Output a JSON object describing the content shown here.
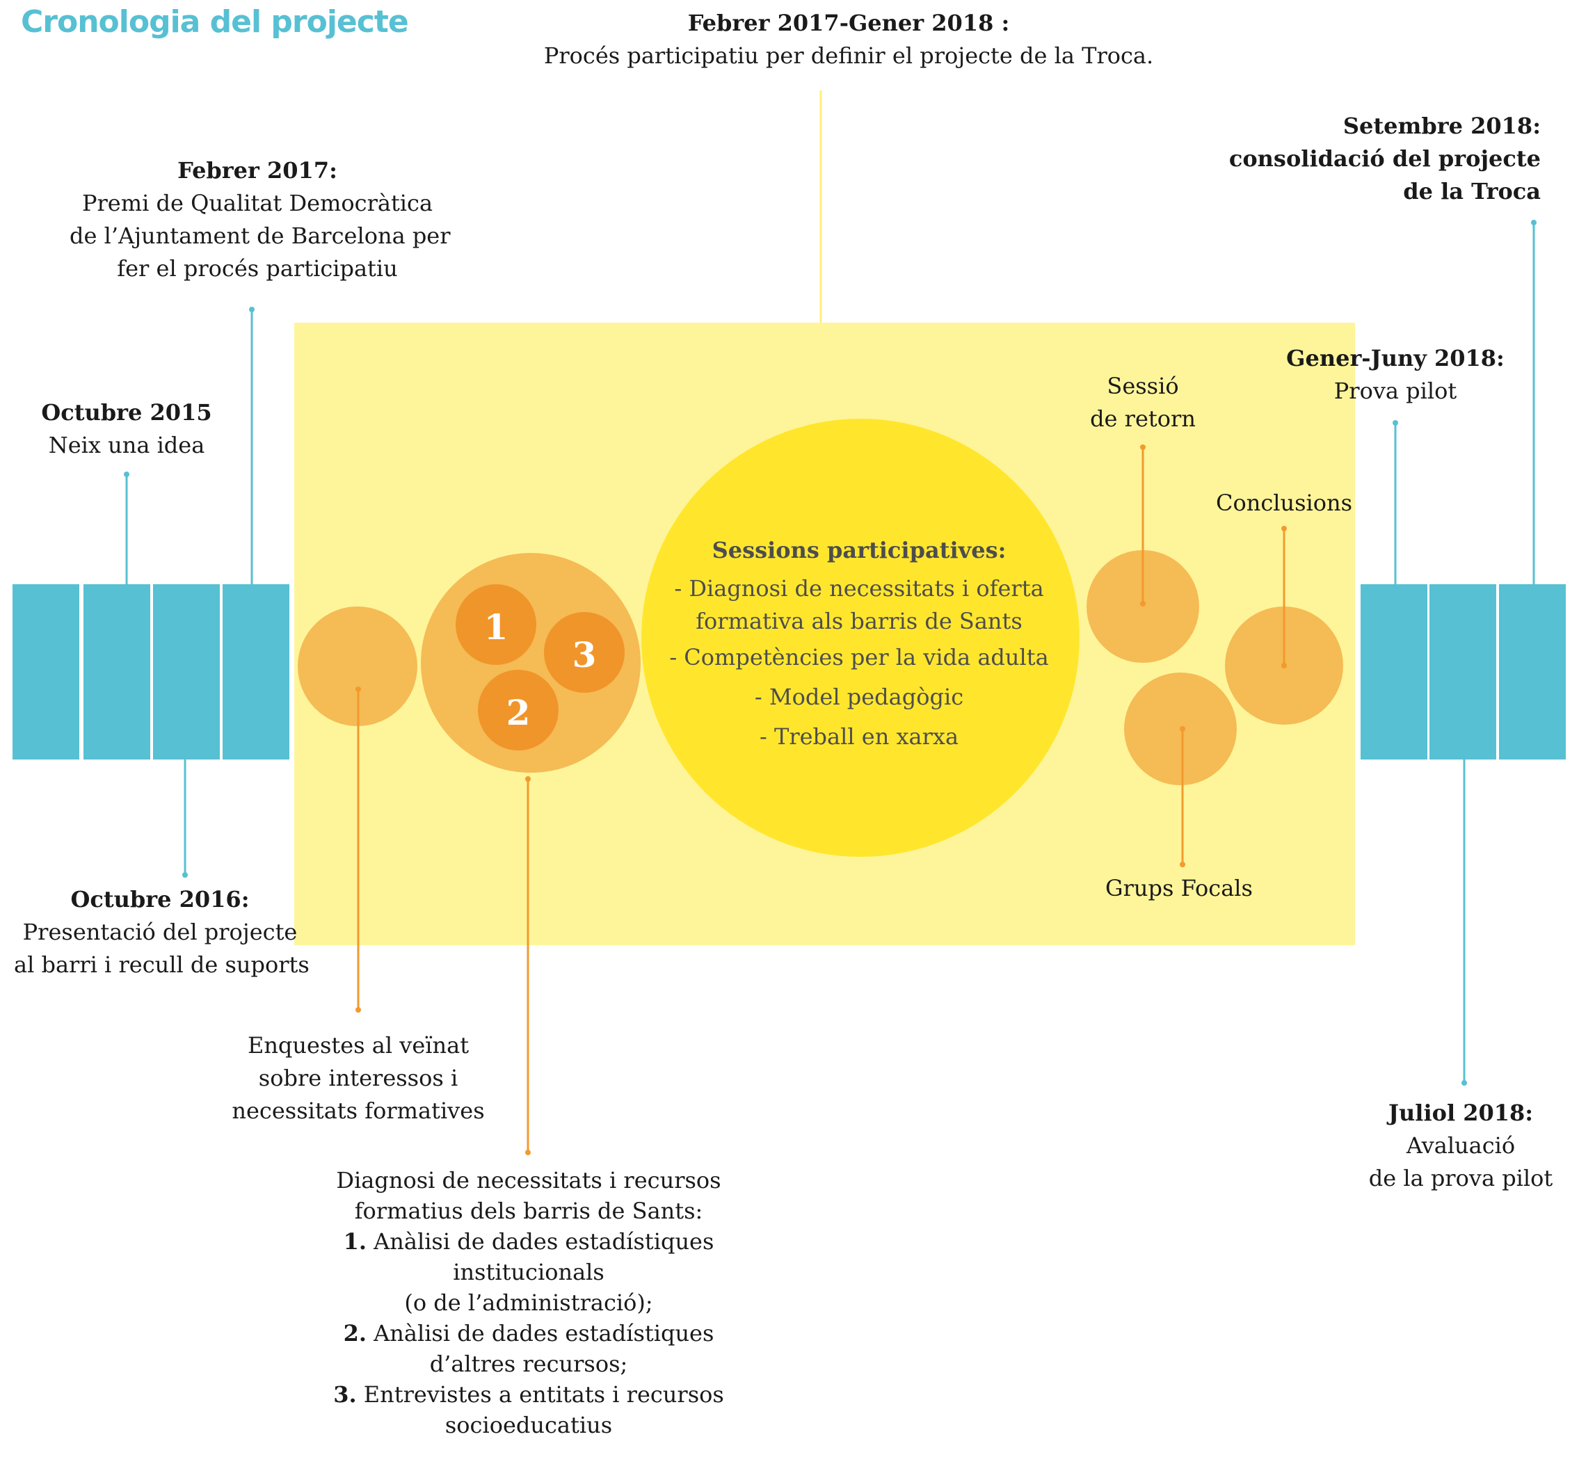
{
  "title": "Cronologia del projecte",
  "colors": {
    "timeline_blue": "#57c0d3",
    "panel_yellow": "#fef59a",
    "main_circle_yellow": "#ffe62d",
    "light_orange": "#f5bb55",
    "dark_orange": "#f0952a",
    "connector_orange": "#f29a2e"
  },
  "milestones": {
    "oct2015": {
      "date": "Octubre 2015",
      "text": [
        "Neix una idea"
      ]
    },
    "feb2017": {
      "date": "Febrer 2017:",
      "text": [
        "Premi de Qualitat Democràtica",
        "de l’Ajuntament de Barcelona per",
        "fer el procés participatiu"
      ]
    },
    "oct2016": {
      "date": "Octubre 2016:",
      "text": [
        "Presentació del projecte",
        "al barri i recull de suports"
      ]
    },
    "process": {
      "date": "Febrer 2017-Gener 2018 :",
      "text": [
        "Procés participatiu per definir el projecte de la Troca."
      ]
    },
    "sep2018": {
      "title": [
        "Setembre 2018:",
        "consolidació del projecte",
        "de la Troca"
      ]
    },
    "pilot": {
      "date": "Gener-Juny 2018:",
      "text": [
        "Prova pilot"
      ]
    },
    "jul2018": {
      "date": "Juliol 2018:",
      "text": [
        "Avaluació",
        "de la prova pilot"
      ]
    }
  },
  "phases": {
    "surveys": [
      "Enquestes al veïnat",
      "sobre interessos i",
      "necessitats formatives"
    ],
    "diagnosis": {
      "intro": [
        "Diagnosi de necessitats i recursos",
        "formatius dels barris de Sants:"
      ],
      "items": [
        {
          "num": "1.",
          "lines": [
            "Anàlisi de dades estadístiques",
            "institucionals",
            "(o de l’administració);"
          ]
        },
        {
          "num": "2.",
          "lines": [
            "Anàlisi de dades estadístiques",
            "d’altres recursos;"
          ]
        },
        {
          "num": "3.",
          "lines": [
            "Entrevistes a entitats i recursos",
            "socioeducatius"
          ]
        }
      ],
      "circle_numbers": [
        "1",
        "2",
        "3"
      ]
    },
    "sessions": {
      "heading": "Sessions participatives:",
      "items": [
        "- Diagnosi de necessitats i oferta",
        "formativa als barris de Sants",
        "- Competències per la vida adulta",
        "- Model pedagògic",
        "- Treball en xarxa"
      ]
    },
    "feedback": [
      "Sessió",
      "de retorn"
    ],
    "conclusions": "Conclusions",
    "focus_groups": "Grups Focals"
  }
}
